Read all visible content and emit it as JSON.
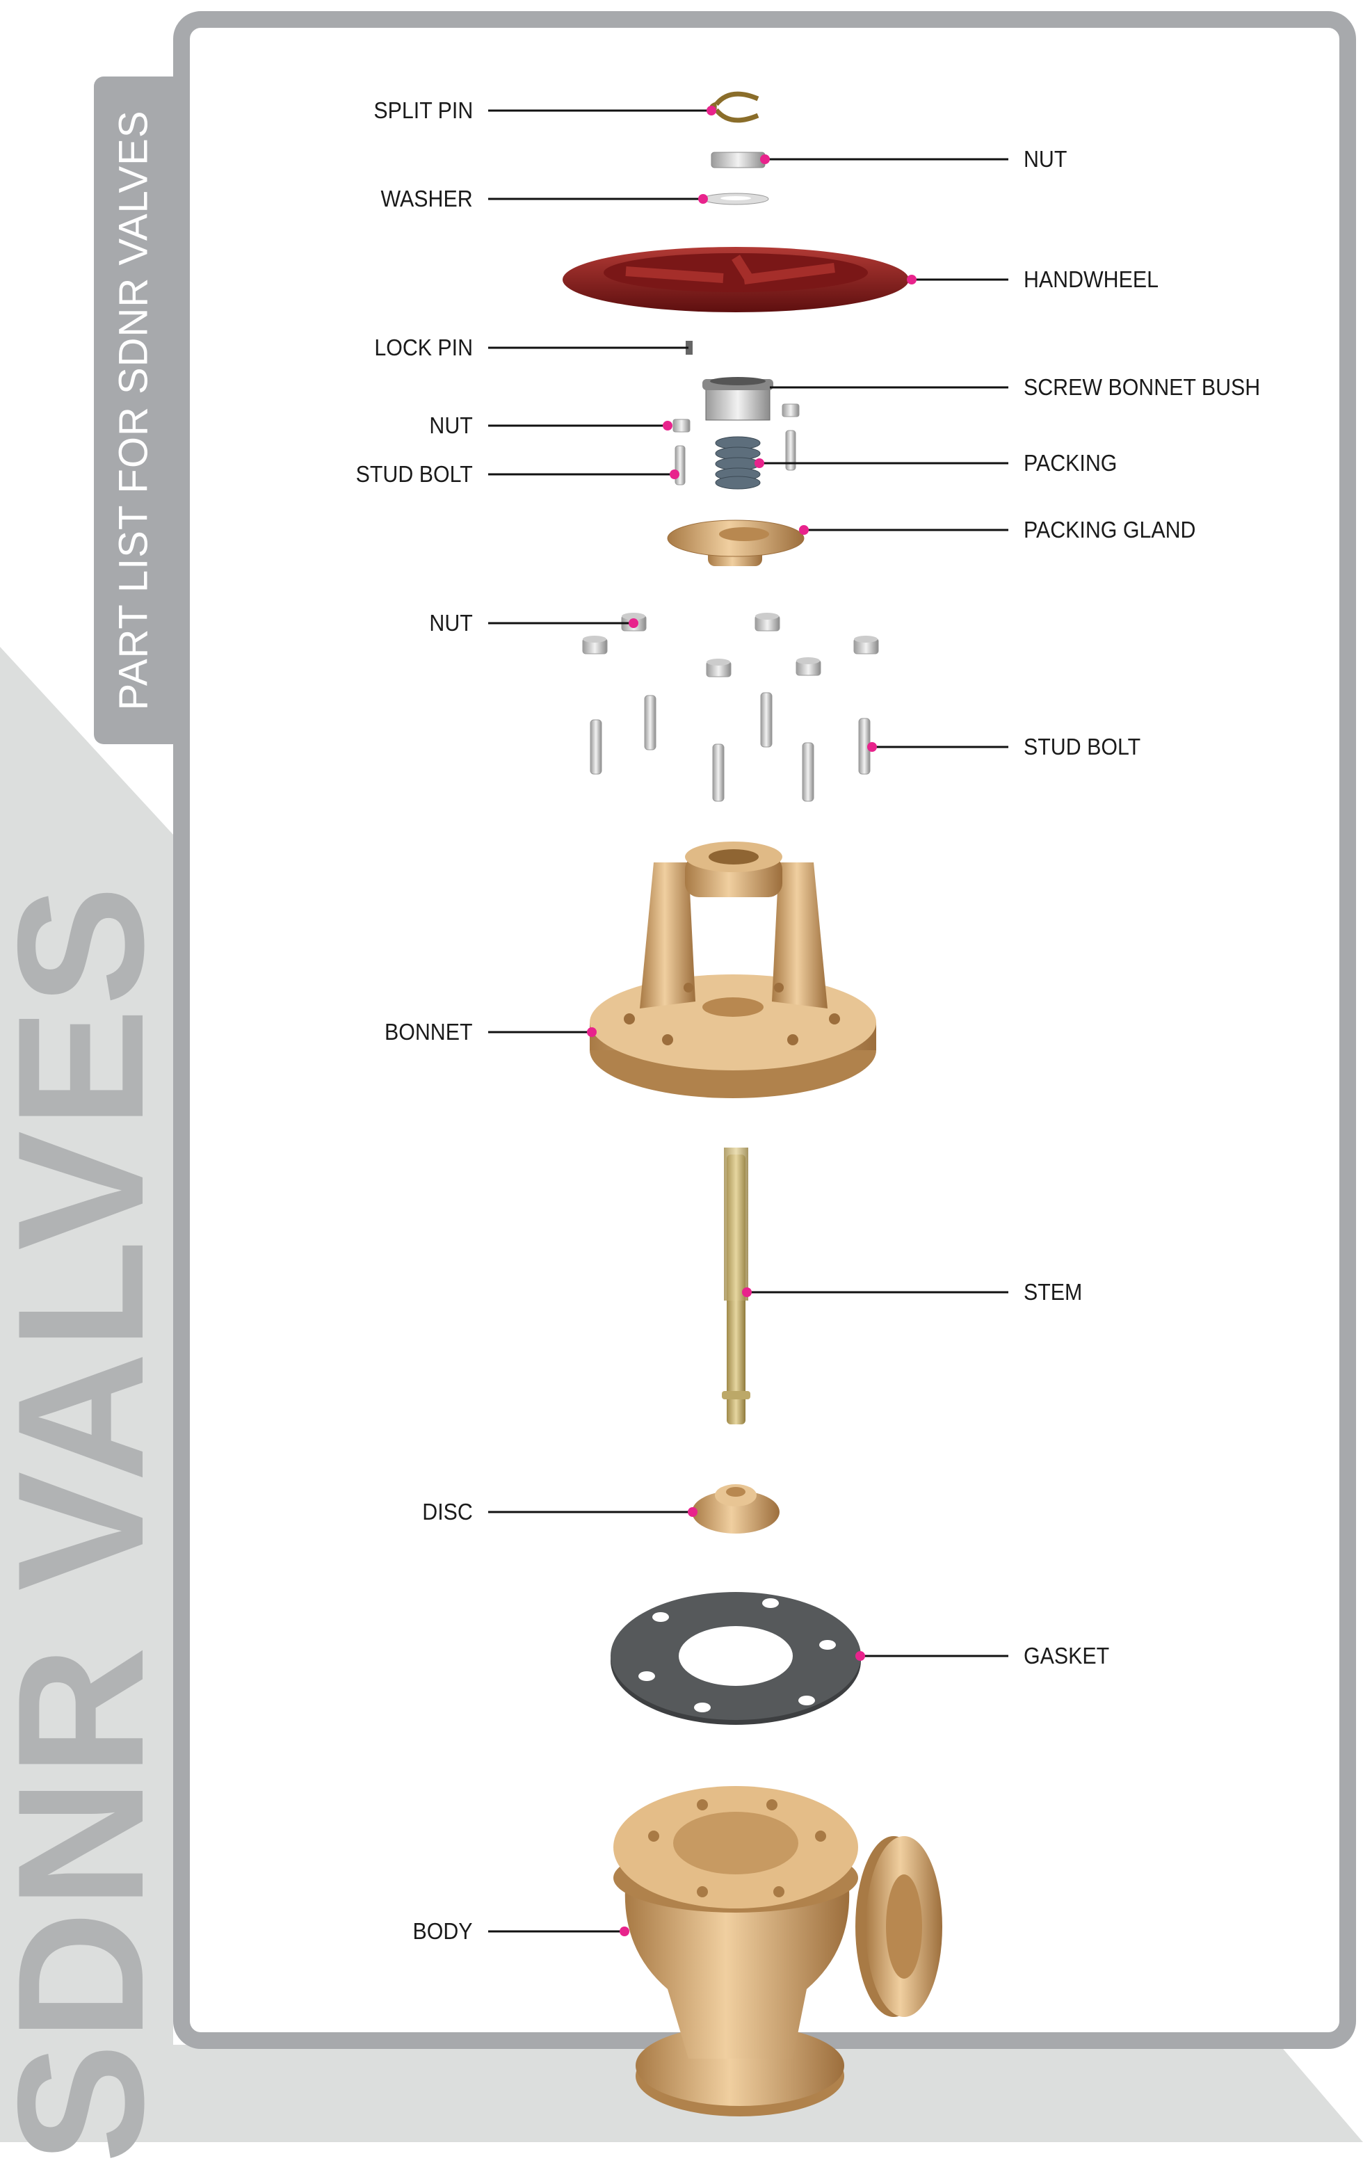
{
  "title": "PART LIST FOR SDNR VALVES",
  "watermark": "SDNR VALVES",
  "colors": {
    "frame": "#a7a9ac",
    "background_shape": "#dcdedd",
    "watermark": "#b1b3b4",
    "leader_dot": "#e8238c",
    "bronze": "#c8975c",
    "handwheel": "#8e1c1c"
  },
  "parts": [
    {
      "label": "SPLIT PIN"
    },
    {
      "label": "NUT"
    },
    {
      "label": "WASHER"
    },
    {
      "label": "HANDWHEEL"
    },
    {
      "label": "LOCK PIN"
    },
    {
      "label": "SCREW BONNET BUSH"
    },
    {
      "label": "NUT"
    },
    {
      "label": "STUD BOLT"
    },
    {
      "label": "PACKING"
    },
    {
      "label": "PACKING GLAND"
    },
    {
      "label": "NUT"
    },
    {
      "label": "STUD BOLT"
    },
    {
      "label": "BONNET"
    },
    {
      "label": "STEM"
    },
    {
      "label": "DISC"
    },
    {
      "label": "GASKET"
    },
    {
      "label": "BODY"
    }
  ]
}
